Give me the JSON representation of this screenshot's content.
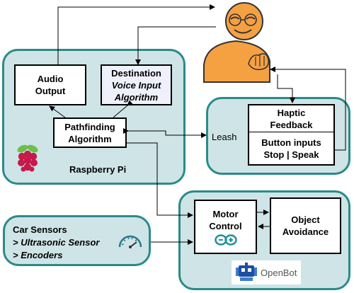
{
  "raspberry_pi": {
    "label": "Raspberry Pi",
    "audio_output": {
      "line1": "Audio",
      "line2": "Output"
    },
    "destination": {
      "title": "Destination",
      "line2": "Voice Input",
      "line3": "Algorithm"
    },
    "pathfinding": {
      "line1": "Pathfinding",
      "line2": "Algorithm"
    }
  },
  "leash": {
    "label": "Leash",
    "haptic": {
      "line1": "Haptic",
      "line2": "Feedback"
    },
    "buttons": {
      "line1": "Button inputs",
      "line2": "Stop | Speak"
    }
  },
  "car_sensors": {
    "title": "Car Sensors",
    "item1": "> Ultrasonic Sensor",
    "item2": "> Encoders"
  },
  "openbot": {
    "label": "OpenBot",
    "motor_control": {
      "line1": "Motor",
      "line2": "Control"
    },
    "object_avoidance": {
      "line1": "Object",
      "line2": "Avoidance"
    }
  },
  "colors": {
    "panel_fill": "#cfe4e6",
    "panel_border": "#2b8a8a",
    "person_fill": "#f5a142",
    "arduino_teal": "#1f8f96",
    "raspberry_red": "#c51a4a"
  },
  "icons": [
    "person-icon",
    "raspberry-pi-logo",
    "speedometer-icon",
    "arduino-logo",
    "openbot-logo"
  ]
}
